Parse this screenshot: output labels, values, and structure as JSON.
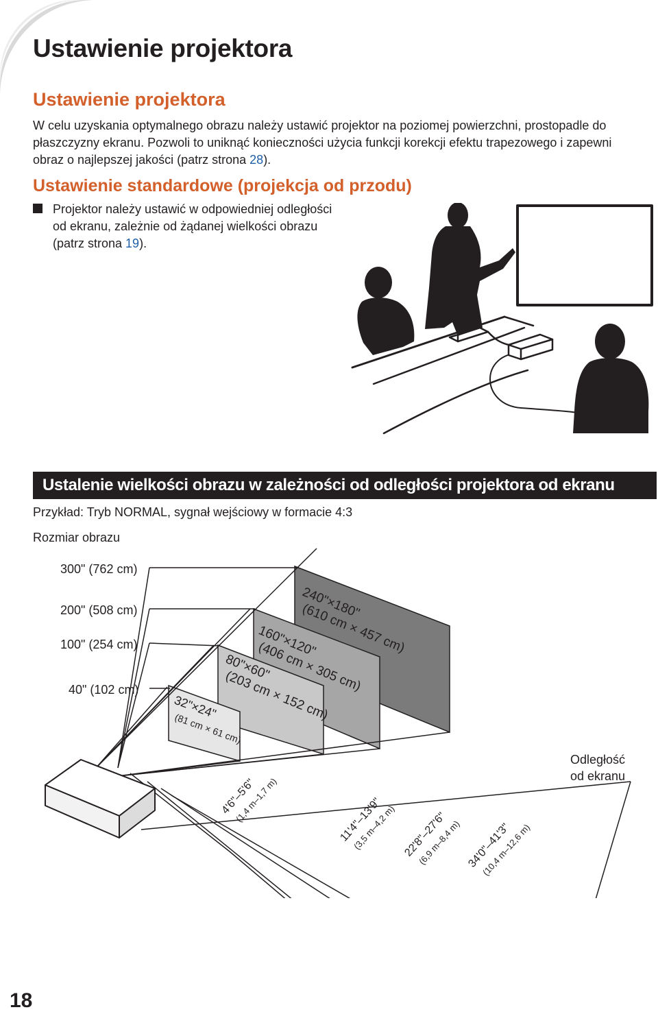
{
  "page": {
    "title": "Ustawienie projektora",
    "number": "18"
  },
  "section1": {
    "heading": "Ustawienie projektora",
    "text_before": "W celu uzyskania optymalnego obrazu należy ustawić projektor na poziomej powierzchni, prostopadle do płaszczyzny ekranu. Pozwoli to uniknąć konieczności użycia funkcji korekcji efektu trapezowego i zapewni obraz o najlepszej jakości (patrz strona ",
    "page_ref": "28",
    "text_after": ")."
  },
  "section2": {
    "heading": "Ustawienie standardowe (projekcja od przodu)",
    "bullet_before": "Projektor należy ustawić w odpowiedniej odległości od ekranu, zależnie od żądanej wielkości obrazu (patrz strona ",
    "page_ref": "19",
    "bullet_after": ")."
  },
  "section3": {
    "heading": "Ustalenie wielkości obrazu w zależności od odległości projektora od ekranu",
    "example": "Przykład: Tryb NORMAL, sygnał wejściowy w formacie 4:3",
    "size_label": "Rozmiar obrazu",
    "distance_label_line1": "Odległość",
    "distance_label_line2": "od ekranu"
  },
  "diagram": {
    "diagonals": [
      "300\" (762 cm)",
      "200\" (508 cm)",
      "100\" (254 cm)",
      "40\" (102 cm)"
    ],
    "screens": [
      {
        "size": "240\"×180\"",
        "metric": "(610 cm × 457 cm)"
      },
      {
        "size": "160\"×120\"",
        "metric": "(406 cm × 305 cm)"
      },
      {
        "size": "80\"×60\"",
        "metric": "(203 cm × 152 cm)"
      },
      {
        "size": "32\"×24\"",
        "metric": "(81 cm × 61 cm)"
      }
    ],
    "distances": [
      {
        "imperial": "4'6\"–5'6\"",
        "metric": "(1,4 m–1,7 m)"
      },
      {
        "imperial": "11'4\"–13'9\"",
        "metric": "(3,5 m–4,2 m)"
      },
      {
        "imperial": "22'8\"–27'6\"",
        "metric": "(6,9 m–8,4 m)"
      },
      {
        "imperial": "34'0\"–41'3\"",
        "metric": "(10,4 m–12,6 m)"
      }
    ]
  }
}
